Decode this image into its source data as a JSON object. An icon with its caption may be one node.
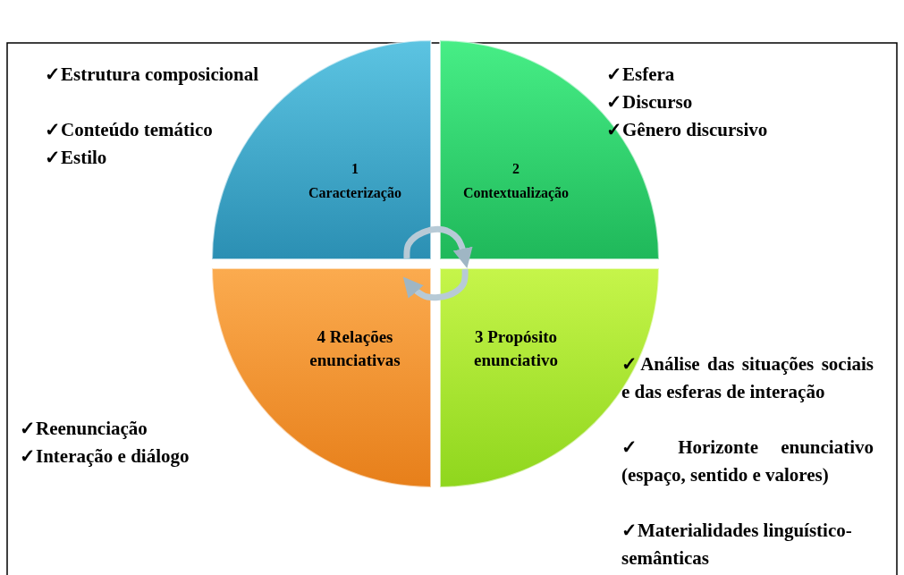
{
  "diagram": {
    "nodes": [
      {
        "text": [
          "1",
          "Caracterização"
        ]
      },
      {
        "text": [
          "2",
          "Contextualização"
        ]
      },
      {
        "text": [
          "4 Relações enunciativas"
        ]
      },
      {
        "text": [
          "3 Propósito enunciativo"
        ]
      }
    ],
    "edges": [
      {
        "from": 0,
        "to": 1,
        "arrow": "to"
      },
      {
        "from": 3,
        "to": 2,
        "arrow": "to"
      }
    ],
    "labels": [
      "✓Estrutura composicional",
      "✓Conteúdo temático",
      "✓Estilo",
      "✓Esfera",
      "✓Discurso",
      "✓Gênero discursivo",
      "✓Análise das situações sociais e das esferas de interação",
      "✓Reenunciação",
      "✓Interação e diálogo",
      "✓ Horizonte enunciativo (espaço, sentido e valores)",
      "✓Materialidades linguístico-semânticas"
    ]
  }
}
